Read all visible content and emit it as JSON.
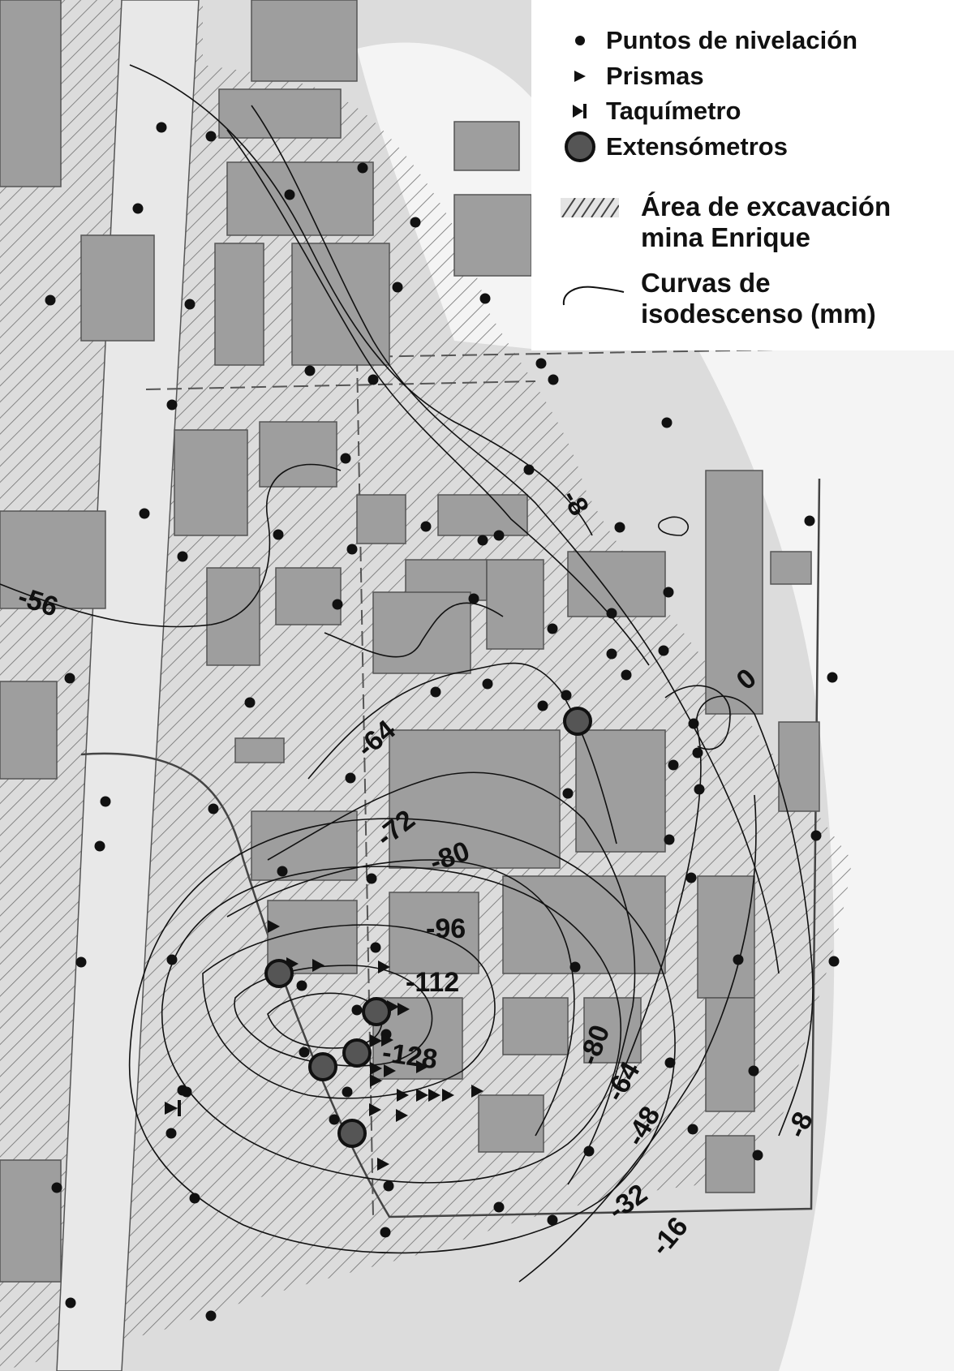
{
  "legend": {
    "items": [
      {
        "label": "Puntos de nivelación",
        "icon": "dot-icon"
      },
      {
        "label": "Prismas",
        "icon": "triangle-icon"
      },
      {
        "label": "Taquímetro",
        "icon": "total-station-icon"
      },
      {
        "label": "Extensómetros",
        "icon": "large-circle-icon"
      }
    ],
    "area_line1": "Área de excavación",
    "area_line2": "mina Enrique",
    "curve_line1": "Curvas de",
    "curve_line2": "isodescenso (mm)"
  },
  "contour_labels": [
    "-56",
    "-8",
    "0",
    "-64",
    "-72",
    "-80",
    "-96",
    "-112",
    "-128",
    "-80",
    "-64",
    "-48",
    "-32",
    "-16",
    "-8"
  ],
  "colors": {
    "background": "#dcdcdc",
    "building": "#9e9e9e",
    "hatch": "#6a6a6a",
    "contour": "#111111"
  }
}
